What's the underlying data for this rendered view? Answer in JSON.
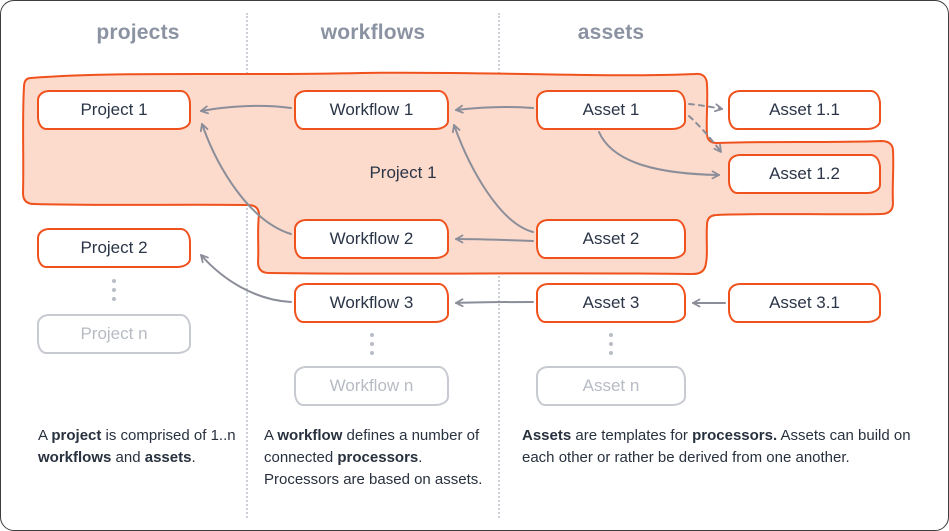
{
  "columns": [
    {
      "label": "projects"
    },
    {
      "label": "workflows"
    },
    {
      "label": "assets"
    }
  ],
  "highlight": {
    "label": "Project 1"
  },
  "boxes": [
    {
      "id": "project-1",
      "label": "Project 1",
      "state": "active"
    },
    {
      "id": "project-2",
      "label": "Project 2",
      "state": "active"
    },
    {
      "id": "project-n",
      "label": "Project n",
      "state": "inactive"
    },
    {
      "id": "workflow-1",
      "label": "Workflow 1",
      "state": "active"
    },
    {
      "id": "workflow-2",
      "label": "Workflow 2",
      "state": "active"
    },
    {
      "id": "workflow-3",
      "label": "Workflow 3",
      "state": "active"
    },
    {
      "id": "workflow-n",
      "label": "Workflow n",
      "state": "inactive"
    },
    {
      "id": "asset-1",
      "label": "Asset 1",
      "state": "active"
    },
    {
      "id": "asset-2",
      "label": "Asset 2",
      "state": "active"
    },
    {
      "id": "asset-3",
      "label": "Asset 3",
      "state": "active"
    },
    {
      "id": "asset-n",
      "label": "Asset n",
      "state": "inactive"
    },
    {
      "id": "asset-1-1",
      "label": "Asset 1.1",
      "state": "active"
    },
    {
      "id": "asset-1-2",
      "label": "Asset 1.2",
      "state": "active"
    },
    {
      "id": "asset-3-1",
      "label": "Asset 3.1",
      "state": "active"
    }
  ],
  "footnotes": [
    {
      "segments": [
        {
          "t": "A ",
          "b": 0
        },
        {
          "t": "project",
          "b": 1
        },
        {
          "t": " is comprised of 1..n ",
          "b": 0
        },
        {
          "t": "workflows",
          "b": 1
        },
        {
          "t": " and ",
          "b": 0
        },
        {
          "t": "assets",
          "b": 1
        },
        {
          "t": ".",
          "b": 0
        }
      ]
    },
    {
      "segments": [
        {
          "t": "A ",
          "b": 0
        },
        {
          "t": "workflow",
          "b": 1
        },
        {
          "t": " defines a number of connected ",
          "b": 0
        },
        {
          "t": "processors",
          "b": 1
        },
        {
          "t": ". Processors are based on assets.",
          "b": 0
        }
      ]
    },
    {
      "segments": [
        {
          "t": "Assets",
          "b": 1
        },
        {
          "t": " are templates for ",
          "b": 0
        },
        {
          "t": "processors.",
          "b": 1
        },
        {
          "t": " Assets can build on each other or rather be derived from one another.",
          "b": 0
        }
      ]
    }
  ],
  "colors": {
    "accent": "#f0521e",
    "highlight_fill": "#fcdacc",
    "arrow": "#8b8e99",
    "inactive": "#b7bbc3",
    "header_text": "#8b93a2",
    "text": "#2a3547"
  }
}
